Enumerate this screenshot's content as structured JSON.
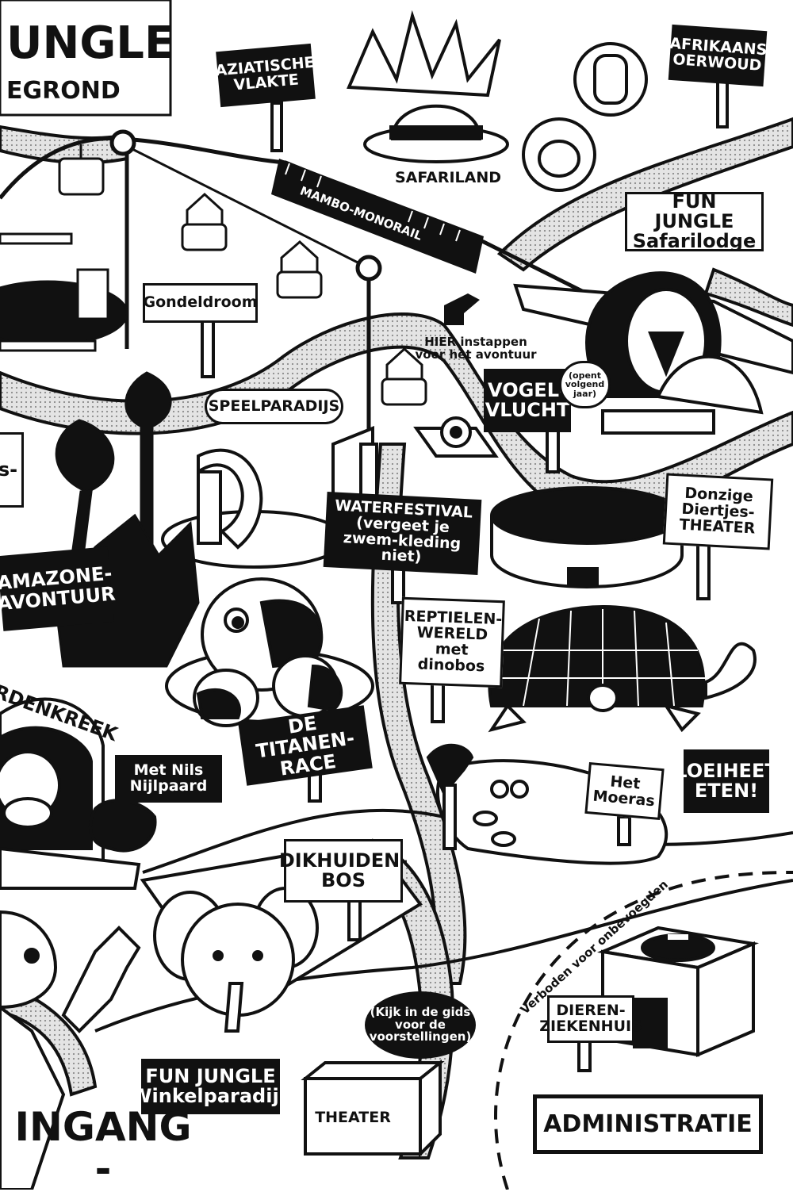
{
  "title": {
    "line1": "UNGLE",
    "line2": "EGROND"
  },
  "attractions": {
    "aziatische_vlakte": "AZIATISCHE VLAKTE",
    "safariland": "SAFARILAND",
    "afrikaans_oerwoud": "AFRIKAANS OERWOUD",
    "mambo_monorail": "MAMBO-MONORAIL",
    "safarilodge": "FUN JUNGLE Safarilodge",
    "gondeldroom": "Gondeldroom",
    "hier_instappen": "HIER instappen voor het avontuur",
    "vogelvlucht": "VOGEL-VLUCHT",
    "opent_volgend_jaar": "(opent volgend jaar)",
    "speelparadijs": "SPEELPARADIJS",
    "waterfestival": "WATERFESTIVAL (vergeet je zwem-kleding niet)",
    "donzige_diertjes": "Donzige Diertjes-THEATER",
    "amazone": "AMAZONE-AVONTUUR",
    "reptielenwereld": "REPTIELEN-WERELD met dinobos",
    "edge_left": "s-",
    "paardenkreek": "RDENKREEK",
    "met_nils": "Met Nils Nijlpaard",
    "titanenrace": "DE TITANEN-RACE",
    "het_moeras": "Het Moeras",
    "loeiheet": "LOEIHEET ETEN!",
    "dikhuidenbos": "DIKHUIDEN-BOS",
    "verboden": "Verboden voor onbevoegden",
    "dierenziekenhuis": "DIEREN-ZIEKENHUIS",
    "kijk_gids": "(Kijk in de gids voor de voorstellingen)",
    "winkelparadijs": "FUN JUNGLE Winkelparadijs",
    "theater": "THEATER",
    "administratie": "ADMINISTRATIE",
    "ingang": "INGANG -"
  },
  "colors": {
    "ink": "#111111",
    "paper": "#ffffff",
    "path_fill": "#d9d9d9"
  }
}
